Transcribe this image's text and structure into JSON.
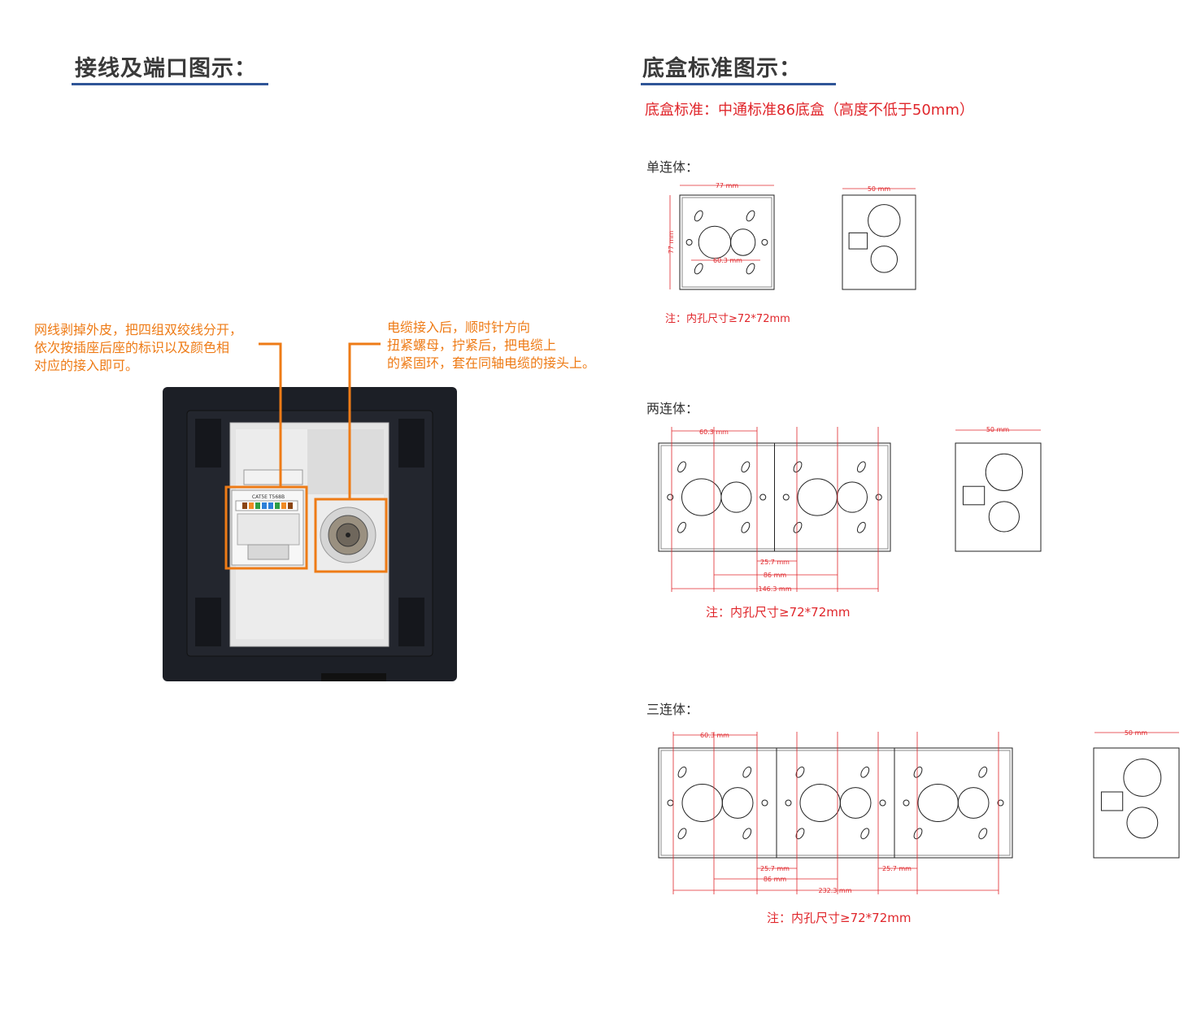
{
  "left": {
    "title": "接线及端口图示：",
    "callout_left": [
      "网线剥掉外皮，把四组双绞线分开，",
      "依次按插座后座的标识以及颜色相",
      "对应的接入即可。"
    ],
    "callout_right": [
      "电缆接入后，顺时针方向",
      "扭紧螺母，拧紧后，把电缆上",
      "的紧固环，套在同轴电缆的接头上。"
    ],
    "module_label": "CAT5E T568B"
  },
  "right": {
    "title": "底盒标准图示：",
    "standard": "底盒标准：中通标准86底盒（高度不低于50mm）",
    "single": {
      "label": "单连体：",
      "width": "77 mm",
      "height": "77 mm",
      "hole_pitch": "60.3 mm",
      "depth": "50 mm",
      "note": "注：内孔尺寸≥72*72mm"
    },
    "double": {
      "label": "两连体：",
      "hole_pitch": "60.3 mm",
      "gap": "25.7 mm",
      "center": "86 mm",
      "total": "146.3 mm",
      "depth": "50 mm",
      "note": "注：内孔尺寸≥72*72mm"
    },
    "triple": {
      "label": "三连体：",
      "hole_pitch": "60.3 mm",
      "gap1": "25.7 mm",
      "gap2": "25.7 mm",
      "center": "86 mm",
      "total": "232.3 mm",
      "depth": "50 mm",
      "note": "注：内孔尺寸≥72*72mm"
    }
  },
  "colors": {
    "accent_blue": "#2f5597",
    "callout_orange": "#ee7b16",
    "dimension_red": "#e0262b",
    "panel": "#1c1f26"
  }
}
